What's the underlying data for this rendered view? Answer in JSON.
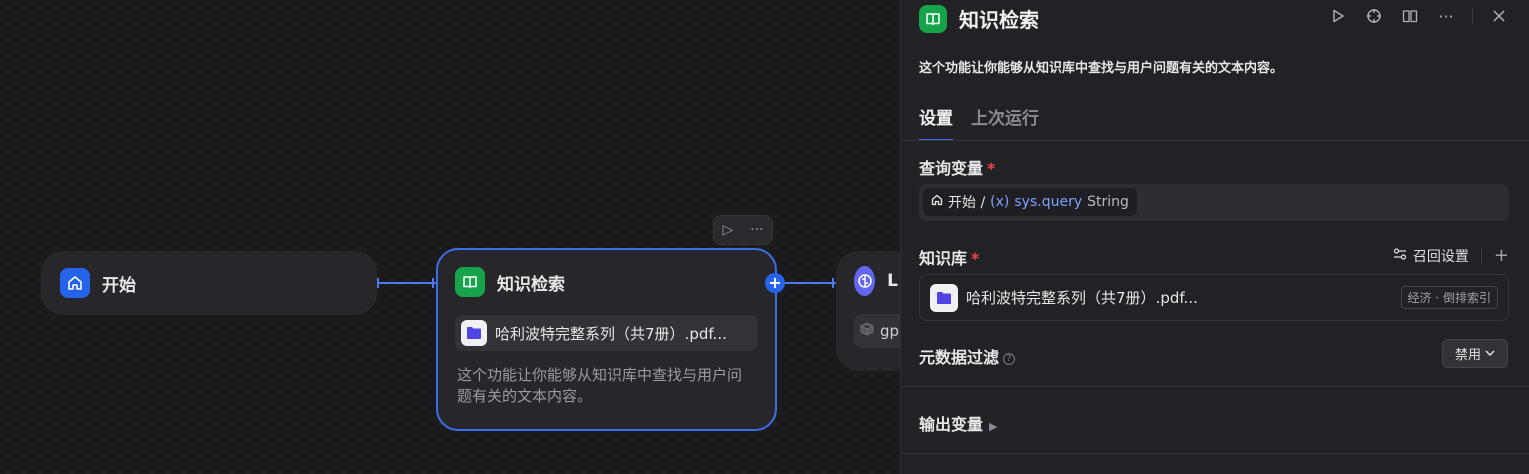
{
  "canvas": {
    "start_node": {
      "title": "开始"
    },
    "kr_node": {
      "title": "知识检索",
      "kb_name": "哈利波特完整系列（共7册）.pdf...",
      "description": "这个功能让你能够从知识库中查找与用户问题有关的文本内容。"
    },
    "llm_node": {
      "title": "L",
      "model": "gp"
    },
    "toolbar": {
      "run_icon": "▷",
      "more_icon": "···"
    },
    "plus": "+"
  },
  "panel": {
    "title": "知识检索",
    "description": "这个功能让你能够从知识库中查找与用户问题有关的文本内容。",
    "tabs": [
      {
        "label": "设置"
      },
      {
        "label": "上次运行"
      }
    ],
    "query_var": {
      "label": "查询变量",
      "required": "*",
      "source": "开始 /",
      "var_prefix": "(x)",
      "var_name": "sys.query",
      "var_type": "String"
    },
    "knowledge": {
      "label": "知识库",
      "required": "*",
      "recall_label": "召回设置",
      "add": "+",
      "item_name": "哈利波特完整系列（共7册）.pdf...",
      "item_tag": "经济 · 倒排索引"
    },
    "metadata": {
      "label": "元数据过滤",
      "help": "?",
      "value": "禁用"
    },
    "output": {
      "label": "输出变量"
    }
  }
}
